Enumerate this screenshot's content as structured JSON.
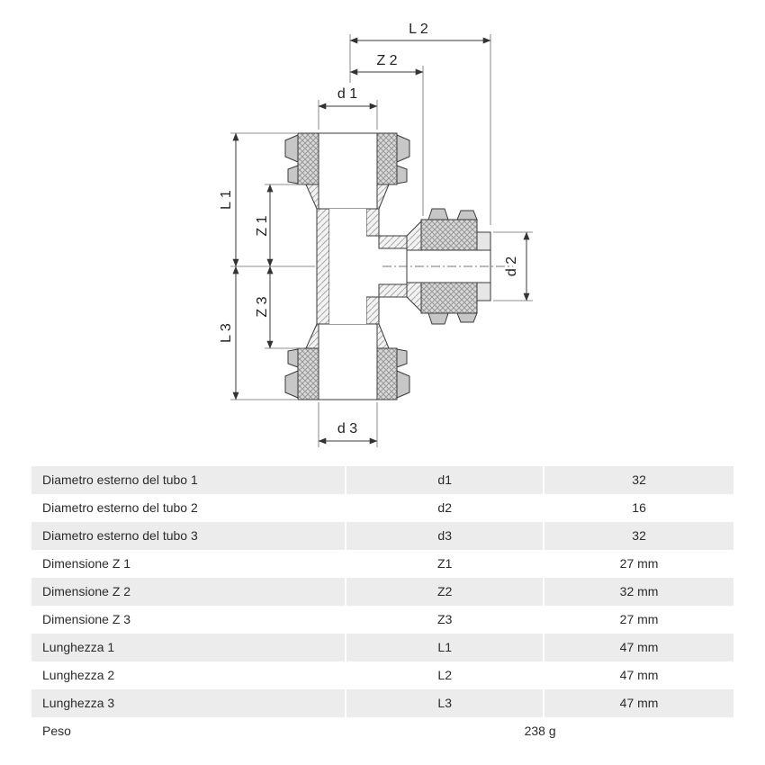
{
  "diagram": {
    "labels": {
      "l2": "L 2",
      "z2": "Z 2",
      "d1": "d 1",
      "l1": "L 1",
      "z1": "Z 1",
      "z3": "Z 3",
      "l3": "L 3",
      "d2": "d 2",
      "d3": "d 3"
    }
  },
  "table": {
    "rows": [
      {
        "label": "Diametro esterno del tubo 1",
        "code": "d1",
        "value": "32"
      },
      {
        "label": "Diametro esterno del tubo 2",
        "code": "d2",
        "value": "16"
      },
      {
        "label": "Diametro esterno del tubo 3",
        "code": "d3",
        "value": "32"
      },
      {
        "label": "Dimensione Z 1",
        "code": "Z1",
        "value": "27 mm"
      },
      {
        "label": "Dimensione Z 2",
        "code": "Z2",
        "value": "32 mm"
      },
      {
        "label": "Dimensione Z 3",
        "code": "Z3",
        "value": "27 mm"
      },
      {
        "label": "Lunghezza 1",
        "code": "L1",
        "value": "47 mm"
      },
      {
        "label": "Lunghezza 2",
        "code": "L2",
        "value": "47 mm"
      },
      {
        "label": "Lunghezza 3",
        "code": "L3",
        "value": "47 mm"
      }
    ],
    "weight_row": {
      "label": "Peso",
      "value": "238 g"
    }
  },
  "colors": {
    "row_alt_bg": "#ececec",
    "row_bg": "#ffffff",
    "text": "#2b2b2b",
    "line": "#3a3a3a"
  }
}
